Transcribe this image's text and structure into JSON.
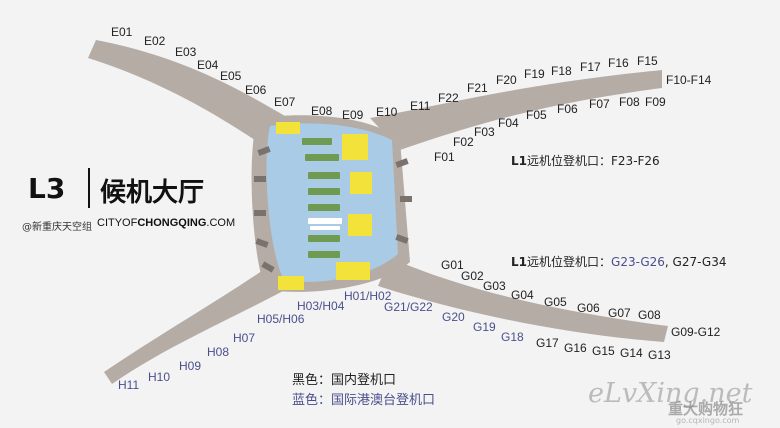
{
  "title": {
    "level": "L3",
    "name": "候机大厅"
  },
  "brand": {
    "weibo": "@新重庆天空组",
    "site_pre": "CITYOF",
    "site_bold": "CHONGQING",
    "site_post": ".COM"
  },
  "gates": {
    "E": [
      "E01",
      "E02",
      "E03",
      "E04",
      "E05",
      "E06",
      "E07",
      "E08",
      "E09",
      "E10",
      "E11"
    ],
    "F": [
      "F01",
      "F02",
      "F03",
      "F04",
      "F05",
      "F06",
      "F07",
      "F08",
      "F09",
      "F10-F14",
      "F15",
      "F16",
      "F17",
      "F18",
      "F19",
      "F20",
      "F21",
      "F22"
    ],
    "G": [
      "G01",
      "G02",
      "G03",
      "G04",
      "G05",
      "G06",
      "G07",
      "G08",
      "G09-G12",
      "G13",
      "G14",
      "G15",
      "G16",
      "G17",
      "G18",
      "G19",
      "G20",
      "G21/G22"
    ],
    "H": [
      "H01/H02",
      "H03/H04",
      "H05/H06",
      "H07",
      "H08",
      "H09",
      "H10",
      "H11"
    ]
  },
  "remote_stands": {
    "upper": {
      "prefix": "L1",
      "text": "远机位登机口：",
      "range": "F23-F26"
    },
    "lower": {
      "prefix": "L1",
      "text": "远机位登机口：",
      "range_intl": "G23-G26",
      "range_dom": ", G27-G34"
    }
  },
  "legend": [
    {
      "text": "黑色：国内登机口",
      "color": "#222222"
    },
    {
      "text": "蓝色：国际港澳台登机口",
      "color": "#4a4f8c"
    }
  ],
  "colors": {
    "domestic": "#222222",
    "international": "#4a4f8c",
    "pier": "#b7ada6",
    "hall_blue": "#a9cbe5",
    "counter_green": "#6f9a52",
    "counter_yellow": "#f2e23a"
  },
  "watermark": {
    "main": "eLvXing.net",
    "sub": "重大购物狂",
    "small": "go.cqxingo.com"
  }
}
